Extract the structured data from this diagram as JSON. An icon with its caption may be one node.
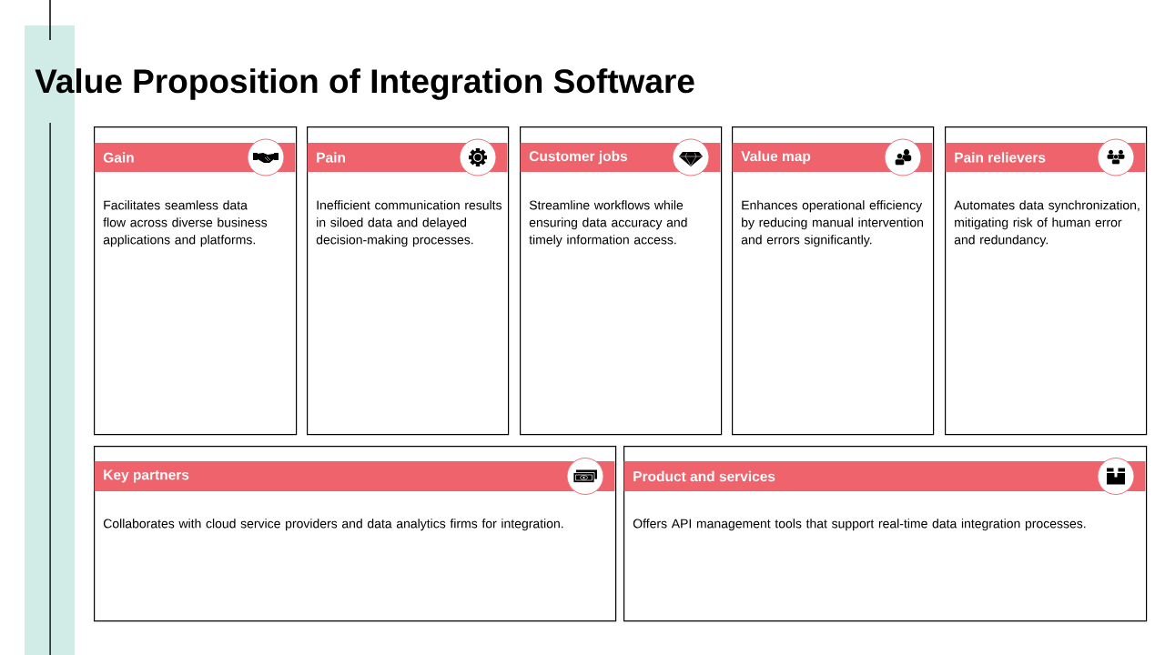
{
  "diagram": {
    "title": "Value Proposition of Integration Software",
    "nodes": [
      {
        "text": [
          "Gain",
          "Facilitates seamless data flow across diverse business applications and platforms."
        ]
      },
      {
        "text": [
          "Pain",
          "Inefficient communication results in siloed data and delayed decision-making processes."
        ]
      },
      {
        "text": [
          "Customer jobs",
          "Streamline workflows while ensuring data accuracy and timely information access."
        ]
      },
      {
        "text": [
          "Value map",
          "Enhances operational efficiency by reducing manual intervention and errors significantly."
        ]
      },
      {
        "text": [
          "Pain relievers",
          "Automates data synchronization, mitigating risk of human error and redundancy."
        ]
      },
      {
        "text": [
          "Key partners",
          "Collaborates with cloud service providers and data analytics firms for integration."
        ]
      },
      {
        "text": [
          "Product and services",
          "Offers API management tools that support real-time data integration processes."
        ]
      }
    ]
  }
}
